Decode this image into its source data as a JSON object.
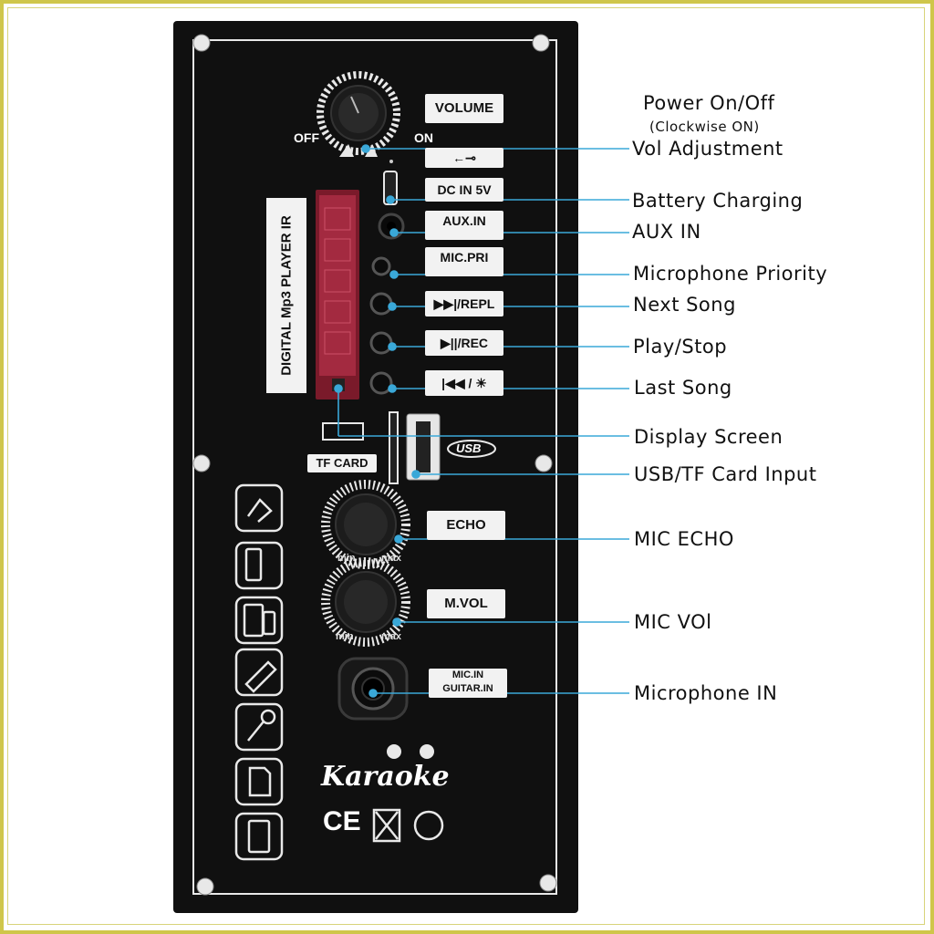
{
  "panel": {
    "knob_labels": {
      "off": "OFF",
      "on": "ON",
      "min": "min",
      "max": "max"
    },
    "buttons": {
      "volume": "VOLUME",
      "usb_mode": "←⊸",
      "dc_in": "DC IN 5V",
      "aux_in": "AUX.IN",
      "mic_pri": "MIC.PRI",
      "next_repl": "▶▶|/REPL",
      "play_rec": "▶||/REC",
      "prev_light": "|◀◀ / ☀",
      "echo": "ECHO",
      "m_vol": "M.VOL",
      "mic_in_line1": "MIC.IN",
      "mic_in_line2": "GUITAR.IN"
    },
    "display_label": "DIGITAL Mp3 PLAYER IR",
    "tf_card": "TF CARD",
    "usb_logo": "USB",
    "karaoke_logo": "Karaoke",
    "ce_mark": "CE"
  },
  "annotations": {
    "power_title": "Power On/Off",
    "power_sub": "(Clockwise ON)",
    "vol_adjust": "Vol Adjustment",
    "battery_charging": "Battery Charging",
    "aux_in": "AUX IN",
    "mic_priority": "Microphone Priority",
    "next_song": "Next Song",
    "play_stop": "Play/Stop",
    "last_song": "Last Song",
    "display_screen": "Display Screen",
    "usb_tf": "USB/TF Card Input",
    "mic_echo": "MIC ECHO",
    "mic_vol": "MIC VOl",
    "mic_in": "Microphone IN"
  },
  "side_icons": [
    "bluetooth-icon",
    "mp3-player-icon",
    "phone-tablet-icon",
    "usb-drive-icon",
    "microphone-icon",
    "sd-card-icon",
    "battery-icon"
  ],
  "colors": {
    "panel": "#101010",
    "line": "#3aa8d8",
    "border_gold": "#cfc64a",
    "display_red": "#c0304a"
  }
}
